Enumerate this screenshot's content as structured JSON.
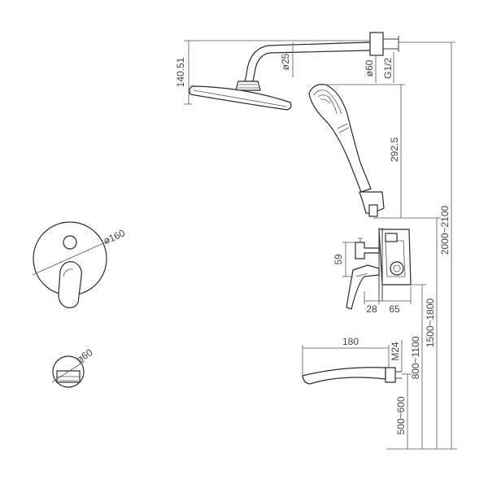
{
  "diagram": {
    "dimensions": {
      "head_height": "140.51",
      "arm_diameter": "ø25",
      "flange_diameter": "ø60",
      "thread": "G1/2",
      "hand_shower_length": "292.5",
      "total_height": "2000~2100",
      "plate_diameter": "ø160",
      "small_plate_diameter": "ø60",
      "valve_height": "59",
      "valve_depth_1": "28",
      "valve_depth_2": "65",
      "valve_mount_height": "1500~1800",
      "spout_length": "180",
      "spout_thread": "M24",
      "spout_mount_1": "800~1100",
      "spout_mount_2": "500~600"
    }
  }
}
